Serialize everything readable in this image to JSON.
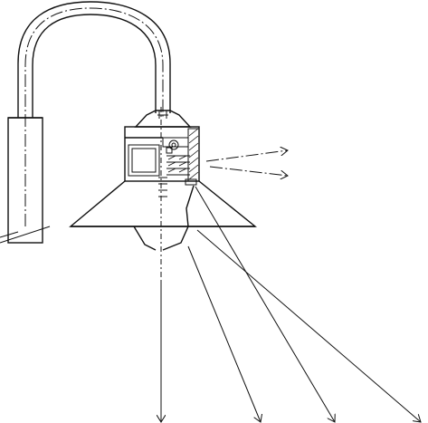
{
  "colors": {
    "line": "#111111",
    "background": "#ffffff"
  },
  "components": {
    "arch_pipe": "curved-support-pipe",
    "pole": "vertical-pole",
    "lamp_housing": "lamp-housing",
    "reflector": "conical-reflector-shade",
    "light_rays": "light-ray-arrows"
  }
}
